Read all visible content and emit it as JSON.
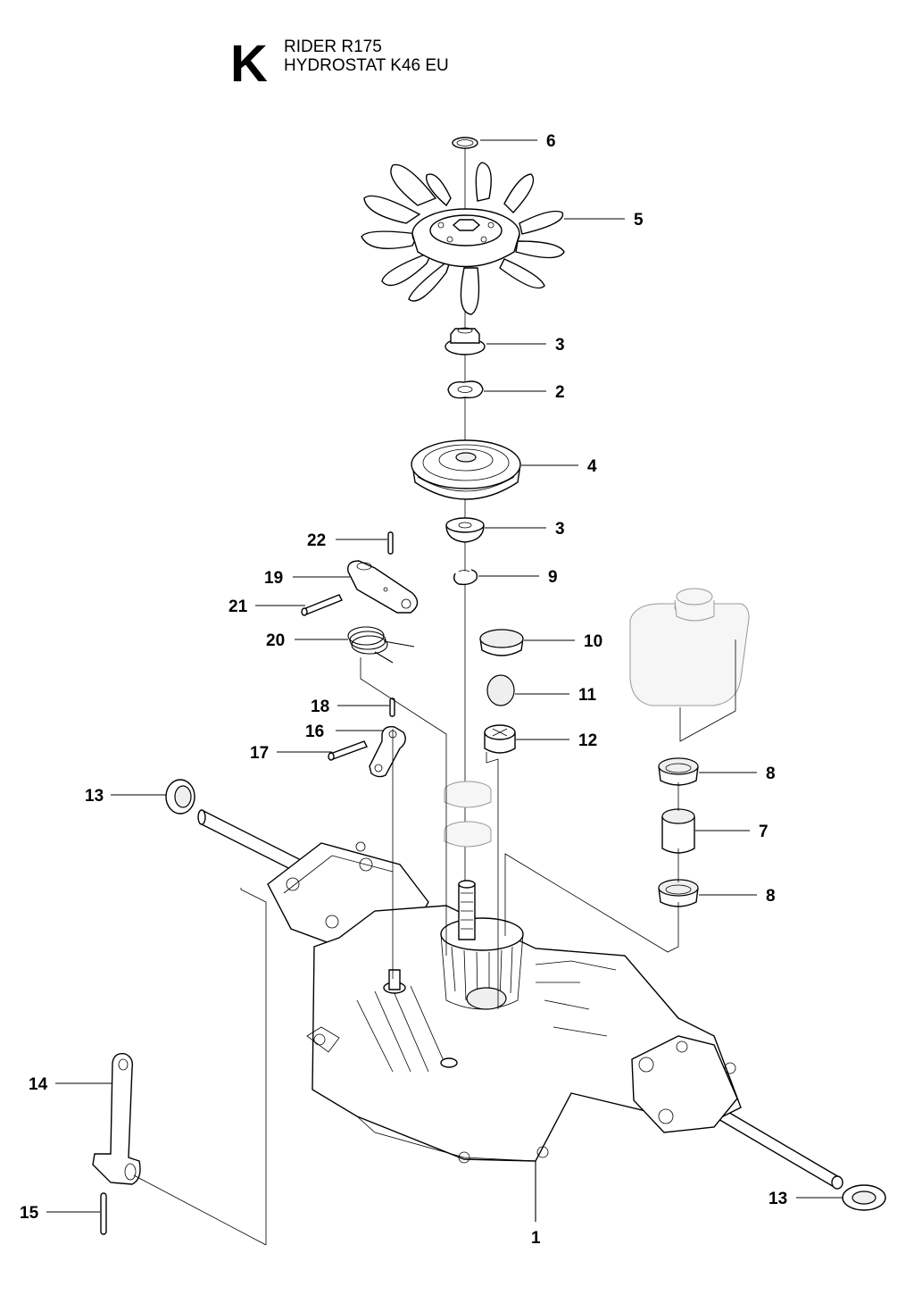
{
  "header": {
    "section_letter": "K",
    "title_line1": "RIDER R175",
    "title_line2": "HYDROSTAT K46 EU"
  },
  "callouts": [
    {
      "label": "6"
    },
    {
      "label": "5"
    },
    {
      "label": "3"
    },
    {
      "label": "2"
    },
    {
      "label": "4"
    },
    {
      "label": "3"
    },
    {
      "label": "9"
    },
    {
      "label": "22"
    },
    {
      "label": "19"
    },
    {
      "label": "21"
    },
    {
      "label": "20"
    },
    {
      "label": "10"
    },
    {
      "label": "11"
    },
    {
      "label": "12"
    },
    {
      "label": "18"
    },
    {
      "label": "16"
    },
    {
      "label": "17"
    },
    {
      "label": "8"
    },
    {
      "label": "7"
    },
    {
      "label": "8"
    },
    {
      "label": "13"
    },
    {
      "label": "13"
    },
    {
      "label": "14"
    },
    {
      "label": "15"
    },
    {
      "label": "1"
    }
  ]
}
